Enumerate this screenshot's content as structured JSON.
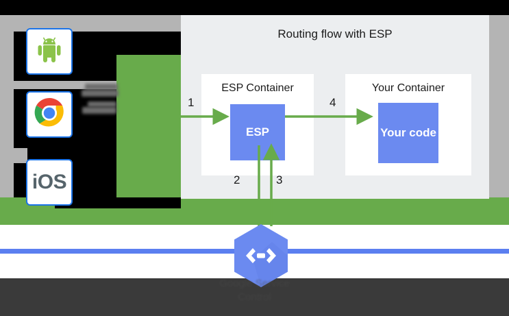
{
  "diagram": {
    "title": "Routing flow with ESP",
    "containers": [
      {
        "label": "ESP Container",
        "box_label": "ESP"
      },
      {
        "label": "Your Container",
        "box_label": "Your code"
      }
    ],
    "arrows": [
      {
        "number": "1",
        "direction": "right",
        "from": "clients",
        "to": "ESP"
      },
      {
        "number": "2",
        "direction": "down",
        "from": "ESP",
        "to": "service-control"
      },
      {
        "number": "3",
        "direction": "up",
        "from": "service-control",
        "to": "ESP"
      },
      {
        "number": "4",
        "direction": "right",
        "from": "ESP",
        "to": "Your code"
      }
    ]
  },
  "clients": [
    {
      "name": "android",
      "icon": "android-icon",
      "label": ""
    },
    {
      "name": "chrome",
      "icon": "chrome-icon",
      "label": ""
    },
    {
      "name": "ios",
      "icon": "ios-icon",
      "label": "iOS"
    }
  ],
  "service": {
    "icon": "api-hexagon-icon",
    "caption_line1": "Google Service",
    "caption_line2": "Control"
  },
  "colors": {
    "blue_box": "#6b8af0",
    "green_arrow": "#68ab4b",
    "green_band": "#68ab4b",
    "panel_bg": "#eceef0",
    "container_bg": "#ffffff",
    "backdrop_gray": "#b4b4b4",
    "tile_border_blue": "#1a73e8",
    "blue_line": "#5b7ff0",
    "ios_text": "#56646b"
  }
}
